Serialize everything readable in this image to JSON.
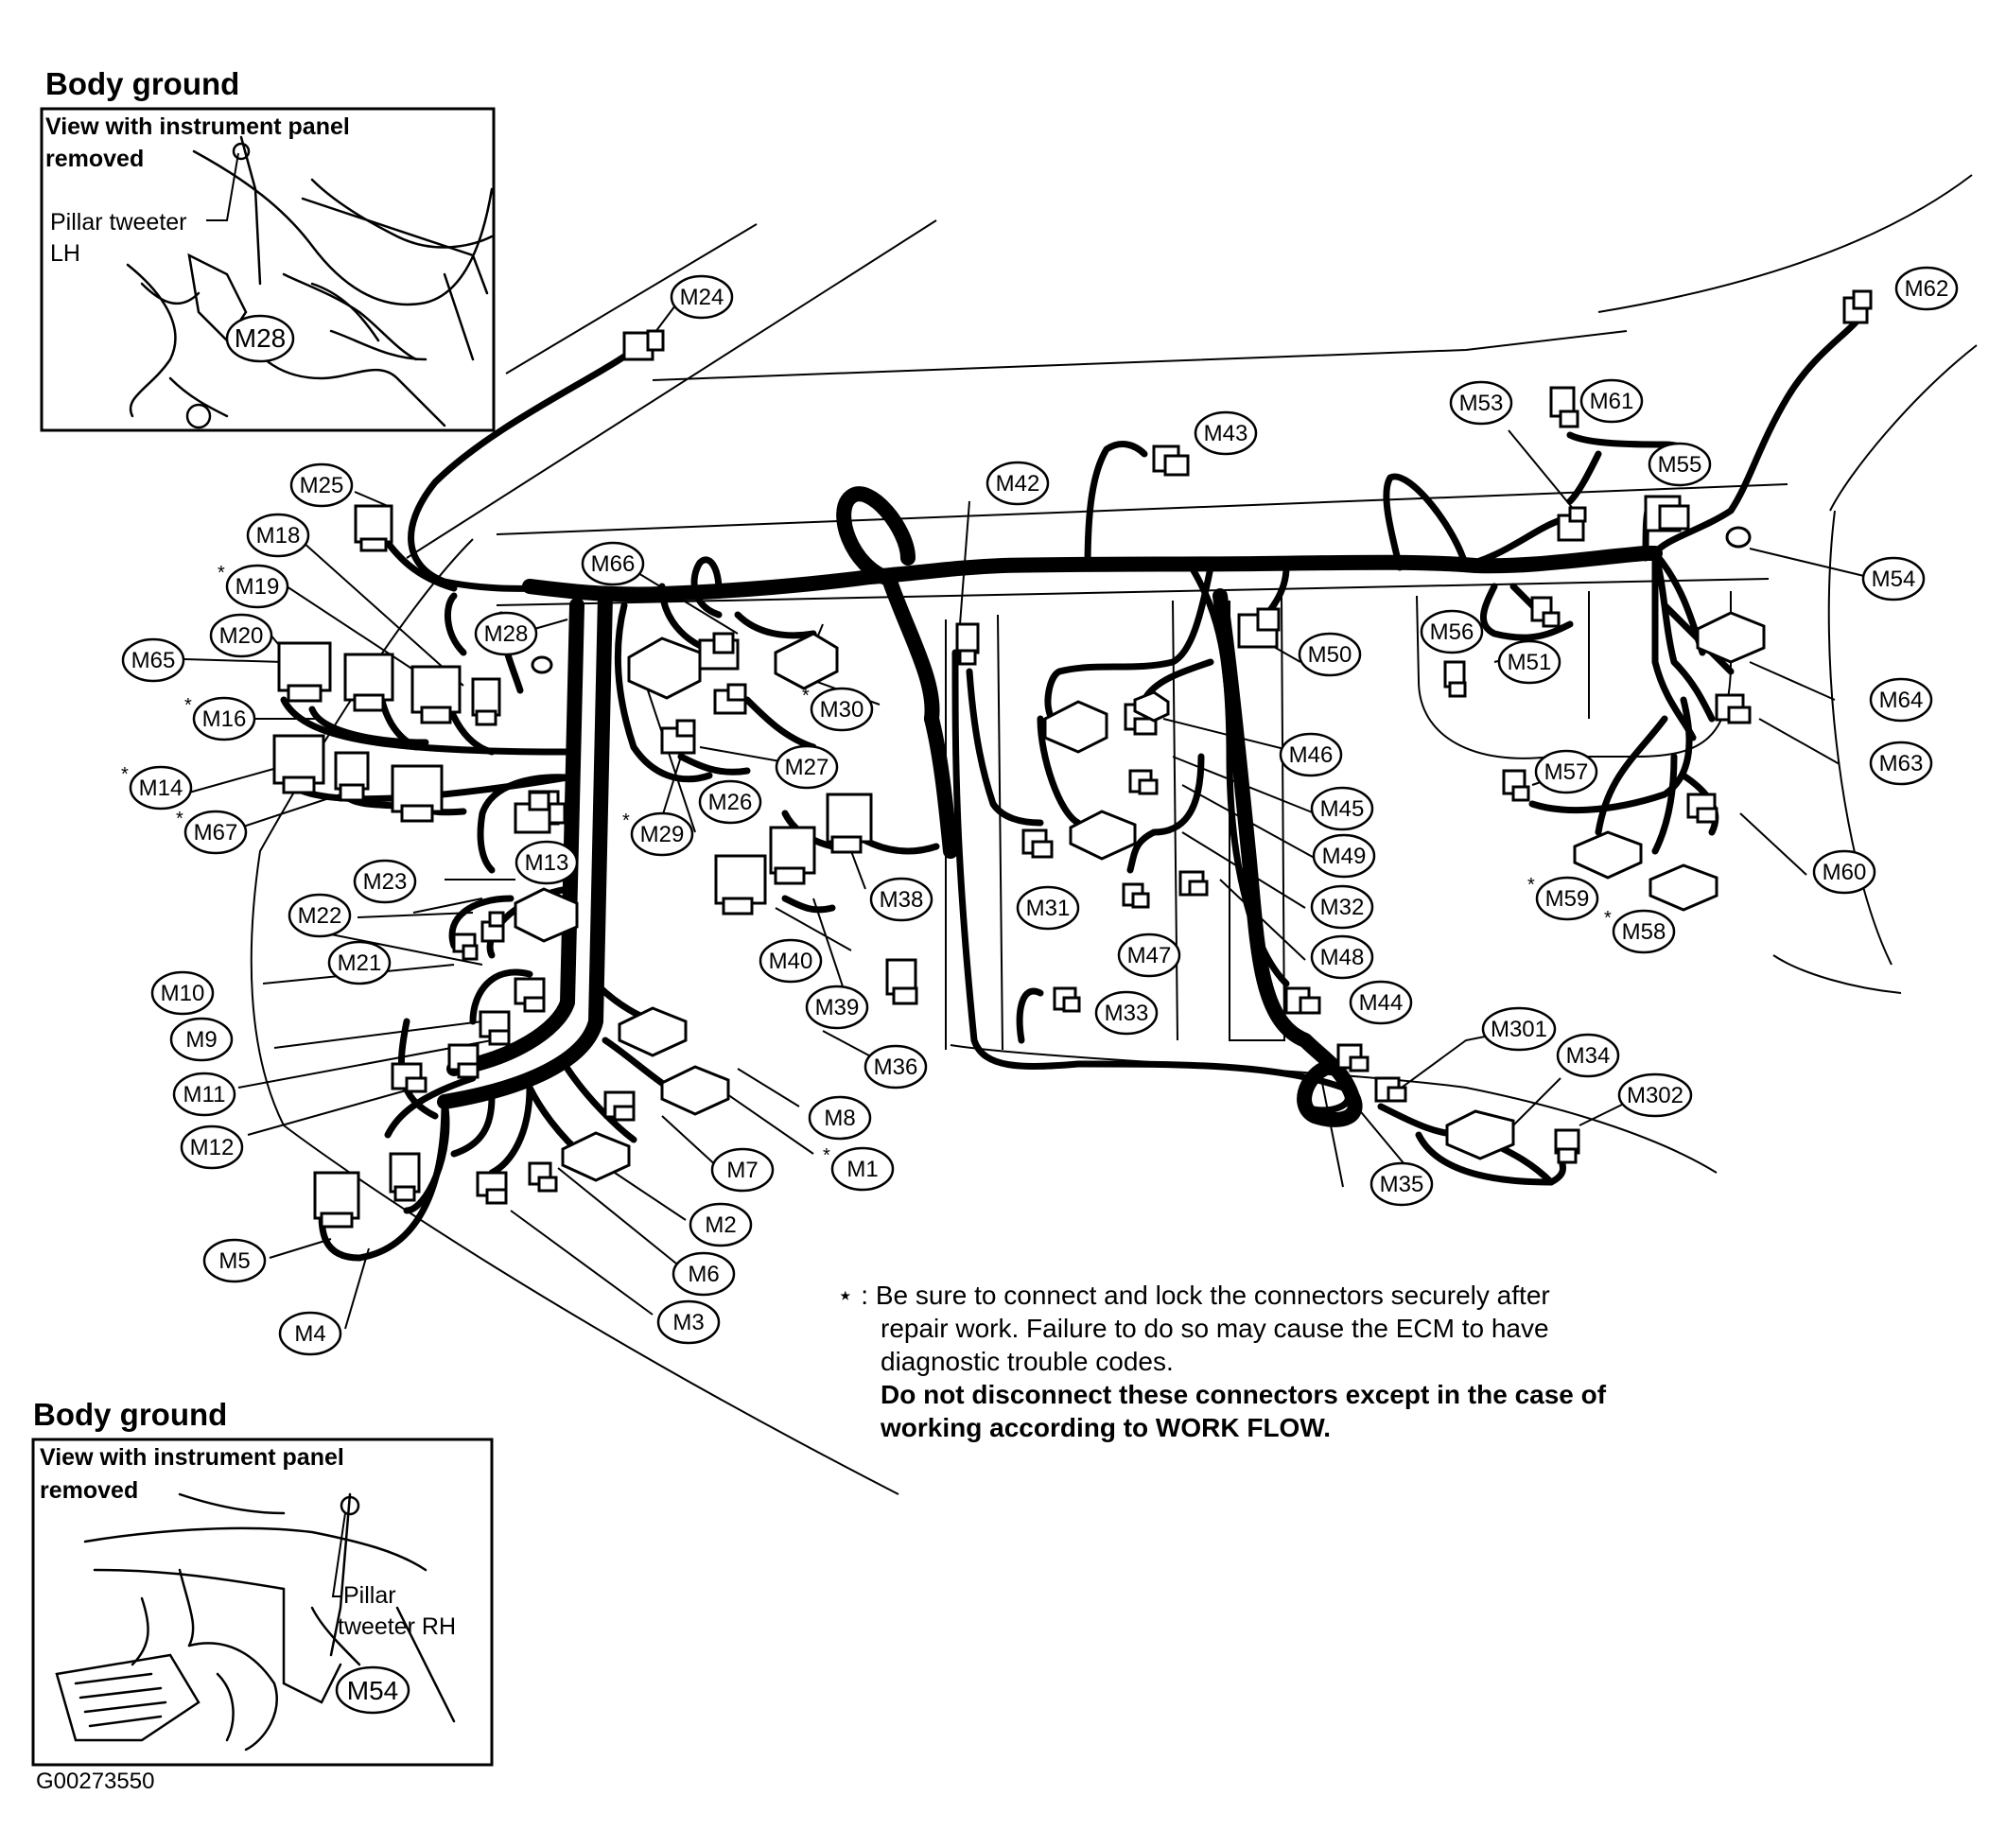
{
  "insets": {
    "top": {
      "title": "Body ground",
      "line1": "View with instrument panel",
      "line2": "removed",
      "part_line1": "Pillar tweeter",
      "part_line2": "LH",
      "connector": "M28"
    },
    "bottom": {
      "title": "Body ground",
      "line1": "View with instrument panel",
      "line2": "removed",
      "part_line1": "Pillar",
      "part_line2": "tweeter RH",
      "connector": "M54"
    }
  },
  "connectors": {
    "M24": "M24",
    "M25": "M25",
    "M18": "M18",
    "M19": "M19",
    "M20": "M20",
    "M65": "M65",
    "M16": "M16",
    "M14": "M14",
    "M67": "M67",
    "M28": "M28",
    "M66": "M66",
    "M30": "M30",
    "M27": "M27",
    "M26": "M26",
    "M29": "M29",
    "M13": "M13",
    "M23": "M23",
    "M22": "M22",
    "M21": "M21",
    "M10": "M10",
    "M9": "M9",
    "M11": "M11",
    "M12": "M12",
    "M5": "M5",
    "M4": "M4",
    "M3": "M3",
    "M6": "M6",
    "M2": "M2",
    "M7": "M7",
    "M8": "M8",
    "M1": "M1",
    "M36": "M36",
    "M39": "M39",
    "M38": "M38",
    "M40": "M40",
    "M42": "M42",
    "M43": "M43",
    "M31": "M31",
    "M33": "M33",
    "M47": "M47",
    "M32": "M32",
    "M48": "M48",
    "M49": "M49",
    "M45": "M45",
    "M46": "M46",
    "M50": "M50",
    "M44": "M44",
    "M35": "M35",
    "M301": "M301",
    "M34": "M34",
    "M302": "M302",
    "M53": "M53",
    "M61": "M61",
    "M55": "M55",
    "M62": "M62",
    "M54": "M54",
    "M56": "M56",
    "M51": "M51",
    "M57": "M57",
    "M64": "M64",
    "M63": "M63",
    "M60": "M60",
    "M59": "M59",
    "M58": "M58"
  },
  "star_symbol": "*",
  "note": {
    "marker": "⋆ :",
    "line1": "Be sure to connect and lock the connectors securely after",
    "line2": "repair work. Failure to do so may cause the ECM to have",
    "line3": "diagnostic trouble codes.",
    "line4": "Do not disconnect these connectors except in the case of",
    "line5": "working according to WORK FLOW."
  },
  "figure_code": "G00273550"
}
